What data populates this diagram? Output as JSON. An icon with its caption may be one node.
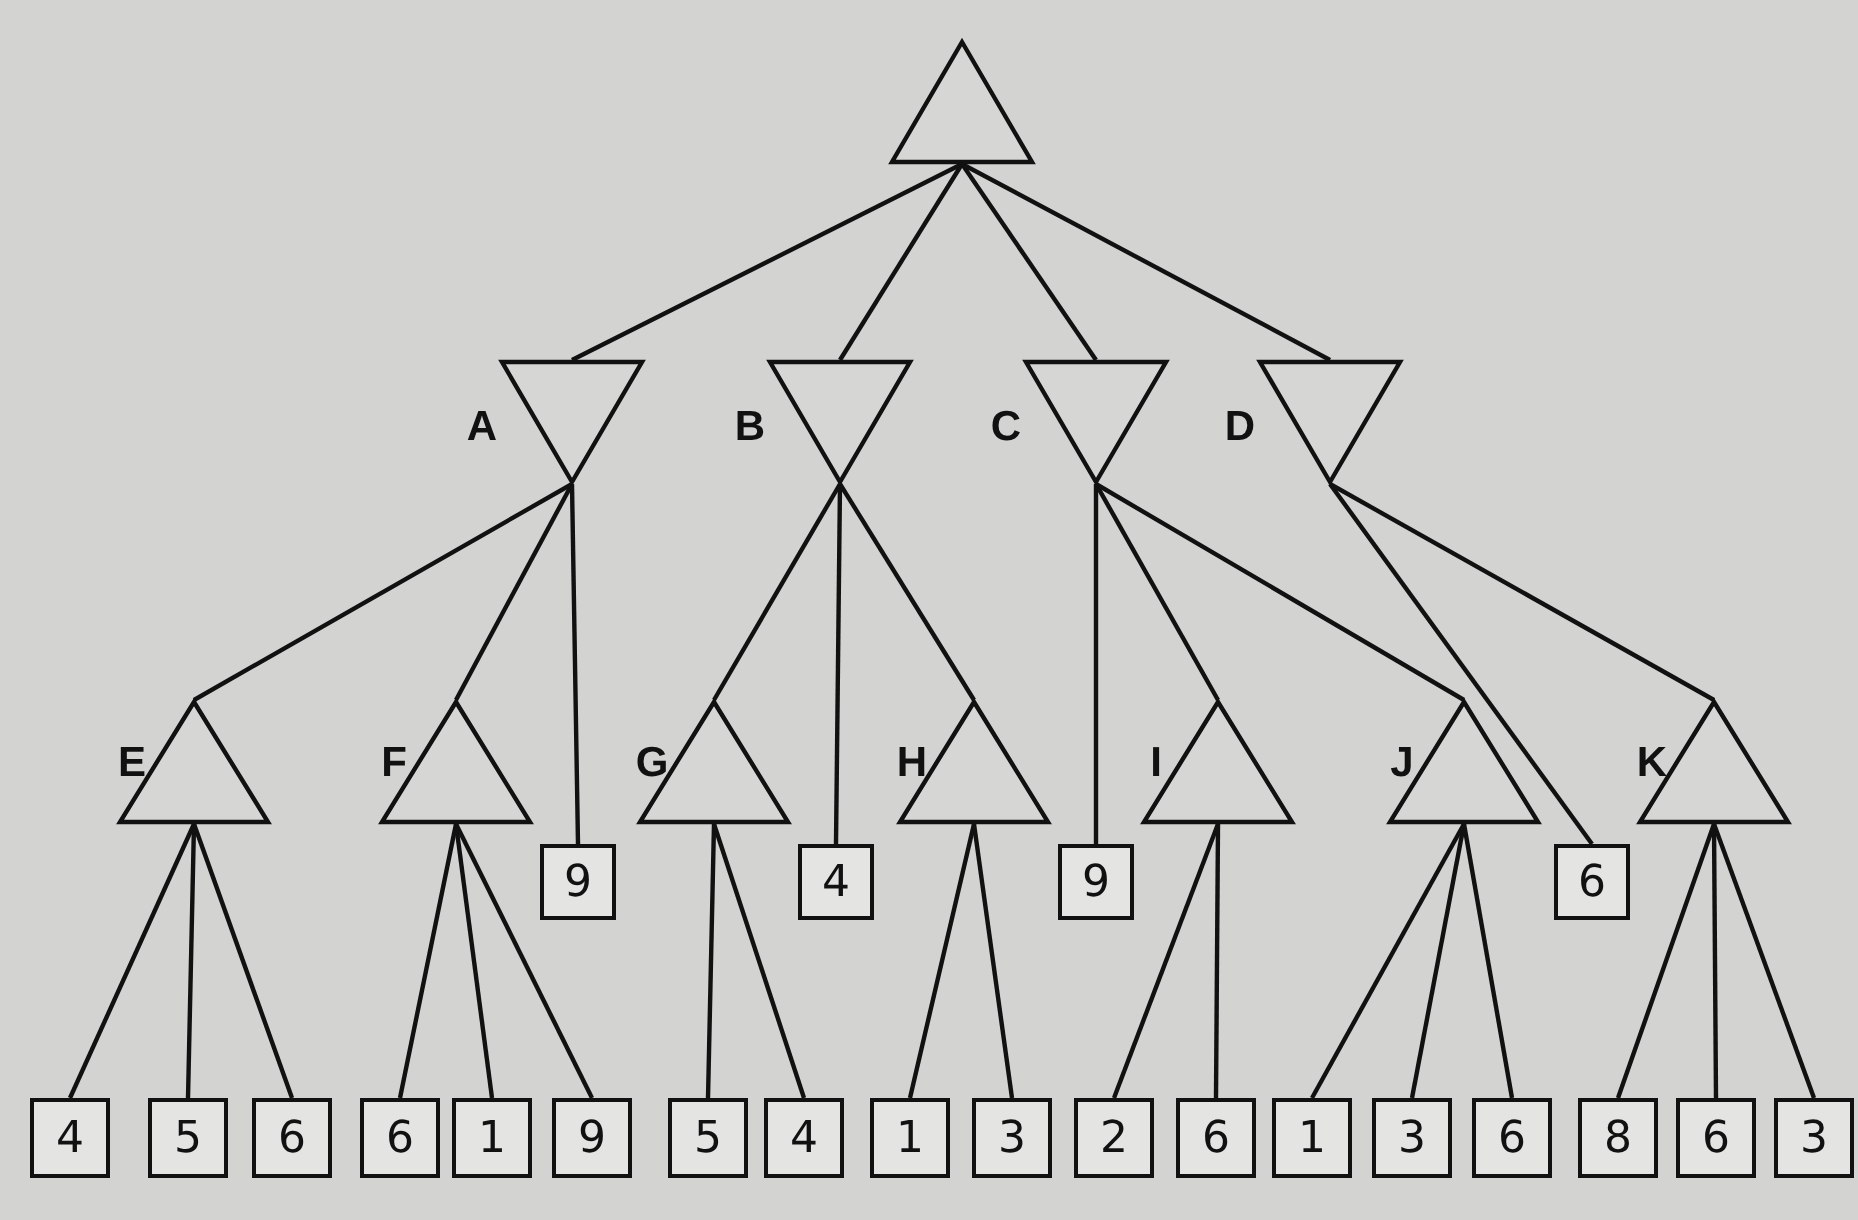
{
  "diagram": {
    "nodes": [
      {
        "text": [],
        "shape": "triangle"
      },
      {
        "text": [],
        "shape": "triangle",
        "beside": [
          "A"
        ]
      },
      {
        "text": [],
        "shape": "triangle",
        "beside": [
          "B"
        ]
      },
      {
        "text": [],
        "shape": "triangle",
        "beside": [
          "C"
        ]
      },
      {
        "text": [],
        "shape": "triangle",
        "beside": [
          "D"
        ]
      },
      {
        "text": [],
        "shape": "triangle",
        "beside": [
          "E"
        ]
      },
      {
        "text": [],
        "shape": "triangle",
        "beside": [
          "F"
        ]
      },
      {
        "text": [
          "9"
        ]
      },
      {
        "text": [],
        "shape": "triangle",
        "beside": [
          "G"
        ]
      },
      {
        "text": [
          "4"
        ]
      },
      {
        "text": [],
        "shape": "triangle",
        "beside": [
          "H"
        ]
      },
      {
        "text": [
          "9"
        ]
      },
      {
        "text": [],
        "shape": "triangle",
        "beside": [
          "I"
        ]
      },
      {
        "text": [],
        "shape": "triangle",
        "beside": [
          "J"
        ]
      },
      {
        "text": [
          "6"
        ]
      },
      {
        "text": [],
        "shape": "triangle",
        "beside": [
          "K"
        ]
      },
      {
        "text": [
          "4"
        ]
      },
      {
        "text": [
          "5"
        ]
      },
      {
        "text": [
          "6"
        ]
      },
      {
        "text": [
          "6"
        ]
      },
      {
        "text": [
          "1"
        ]
      },
      {
        "text": [
          "9"
        ]
      },
      {
        "text": [
          "5"
        ]
      },
      {
        "text": [
          "4"
        ]
      },
      {
        "text": [
          "1"
        ]
      },
      {
        "text": [
          "3"
        ]
      },
      {
        "text": [
          "2"
        ]
      },
      {
        "text": [
          "6"
        ]
      },
      {
        "text": [
          "1"
        ]
      },
      {
        "text": [
          "3"
        ]
      },
      {
        "text": [
          "6"
        ]
      },
      {
        "text": [
          "8"
        ]
      },
      {
        "text": [
          "6"
        ]
      },
      {
        "text": [
          "3"
        ]
      }
    ],
    "edges": [
      {
        "from": 0,
        "to": 1,
        "arrow": "none"
      },
      {
        "from": 0,
        "to": 2,
        "arrow": "none"
      },
      {
        "from": 0,
        "to": 3,
        "arrow": "none"
      },
      {
        "from": 0,
        "to": 4,
        "arrow": "none"
      },
      {
        "from": 1,
        "to": 5,
        "arrow": "none"
      },
      {
        "from": 1,
        "to": 6,
        "arrow": "none"
      },
      {
        "from": 1,
        "to": 7,
        "arrow": "none"
      },
      {
        "from": 2,
        "to": 8,
        "arrow": "none"
      },
      {
        "from": 2,
        "to": 9,
        "arrow": "none"
      },
      {
        "from": 2,
        "to": 10,
        "arrow": "none"
      },
      {
        "from": 3,
        "to": 11,
        "arrow": "none"
      },
      {
        "from": 3,
        "to": 12,
        "arrow": "none"
      },
      {
        "from": 3,
        "to": 13,
        "arrow": "none"
      },
      {
        "from": 4,
        "to": 14,
        "arrow": "none"
      },
      {
        "from": 4,
        "to": 15,
        "arrow": "none"
      },
      {
        "from": 5,
        "to": 16,
        "arrow": "none"
      },
      {
        "from": 5,
        "to": 17,
        "arrow": "none"
      },
      {
        "from": 5,
        "to": 18,
        "arrow": "none"
      },
      {
        "from": 6,
        "to": 19,
        "arrow": "none"
      },
      {
        "from": 6,
        "to": 20,
        "arrow": "none"
      },
      {
        "from": 6,
        "to": 21,
        "arrow": "none"
      },
      {
        "from": 8,
        "to": 22,
        "arrow": "none"
      },
      {
        "from": 8,
        "to": 23,
        "arrow": "none"
      },
      {
        "from": 10,
        "to": 24,
        "arrow": "none"
      },
      {
        "from": 10,
        "to": 25,
        "arrow": "none"
      },
      {
        "from": 12,
        "to": 26,
        "arrow": "none"
      },
      {
        "from": 12,
        "to": 27,
        "arrow": "none"
      },
      {
        "from": 13,
        "to": 28,
        "arrow": "none"
      },
      {
        "from": 13,
        "to": 29,
        "arrow": "none"
      },
      {
        "from": 13,
        "to": 30,
        "arrow": "none"
      },
      {
        "from": 15,
        "to": 31,
        "arrow": "none"
      },
      {
        "from": 15,
        "to": 32,
        "arrow": "none"
      },
      {
        "from": 15,
        "to": 33,
        "arrow": "none"
      }
    ]
  }
}
